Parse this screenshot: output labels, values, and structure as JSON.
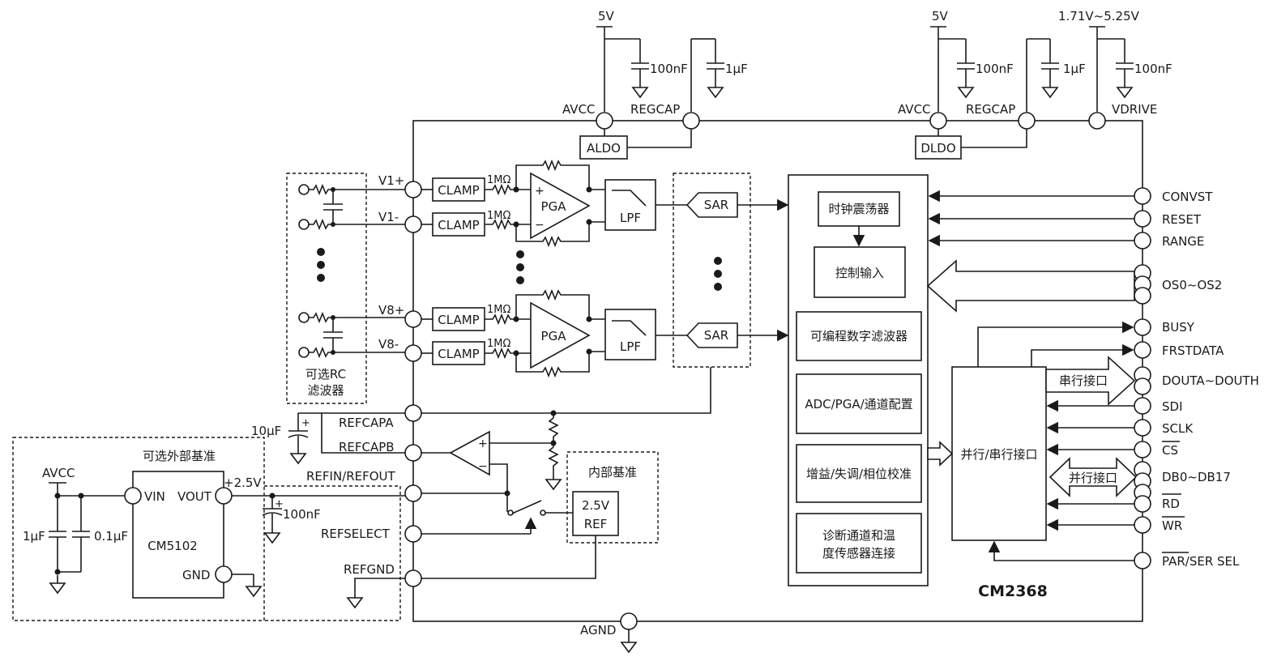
{
  "chip": {
    "name": "CM2368",
    "power": {
      "analog_supply": "5V",
      "digital_supply": "5V",
      "vdrive_supply": "1.71V~5.25V",
      "cap_100nF": "100nF",
      "cap_1uF": "1µF",
      "pin_avcc": "AVCC",
      "pin_regcap": "REGCAP",
      "pin_vdrive": "VDRIVE",
      "pin_agnd": "AGND",
      "aldo": "ALDO",
      "dldo": "DLDO"
    },
    "inputs": {
      "v1p": "V1+",
      "v1m": "V1-",
      "v8p": "V8+",
      "v8m": "V8-",
      "clamp": "CLAMP",
      "res_1m": "1MΩ",
      "pga": "PGA",
      "lpf": "LPF",
      "sar": "SAR",
      "plus": "+",
      "minus": "−",
      "rc_filter": [
        "可选RC",
        "滤波器"
      ]
    },
    "core_blocks": {
      "oscillator": "时钟震荡器",
      "control_input": "控制输入",
      "digital_filter": "可编程数字滤波器",
      "adc_config": "ADC/PGA/通道配置",
      "calibration": "增益/失调/相位校准",
      "diagnostics": [
        "诊断通道和温",
        "度传感器连接"
      ],
      "par_ser_interface": "并行/串行接口",
      "serial_interface": "串行接口",
      "parallel_interface": "并行接口"
    },
    "digital_pins": {
      "convst": "CONVST",
      "reset": "RESET",
      "range": "RANGE",
      "os": "OS0~OS2",
      "busy": "BUSY",
      "frstdata": "FRSTDATA",
      "dout": "DOUTA~DOUTH",
      "sdi": "SDI",
      "sclk": "SCLK",
      "cs": "CS",
      "db": "DB0~DB17",
      "rd": "RD",
      "wr": "WR",
      "parser": "PAR/SER SEL"
    },
    "reference": {
      "refcapa": "REFCAPA",
      "refcapb": "REFCAPB",
      "refin_out": "REFIN/REFOUT",
      "refselect": "REFSELECT",
      "refgnd": "REFGND",
      "cap_10uF": "10µF",
      "cap_100nF": "100nF",
      "internal_ref_title": "内部基准",
      "ref_line1": "2.5V",
      "ref_line2": "REF"
    }
  },
  "external_ref": {
    "title": "可选外部基准",
    "avcc": "AVCC",
    "part": "CM5102",
    "pin_vin": "VIN",
    "pin_vout": "VOUT",
    "pin_gnd": "GND",
    "output": "+2.5V",
    "cap_1uF": "1µF",
    "cap_01uF": "0.1µF"
  }
}
